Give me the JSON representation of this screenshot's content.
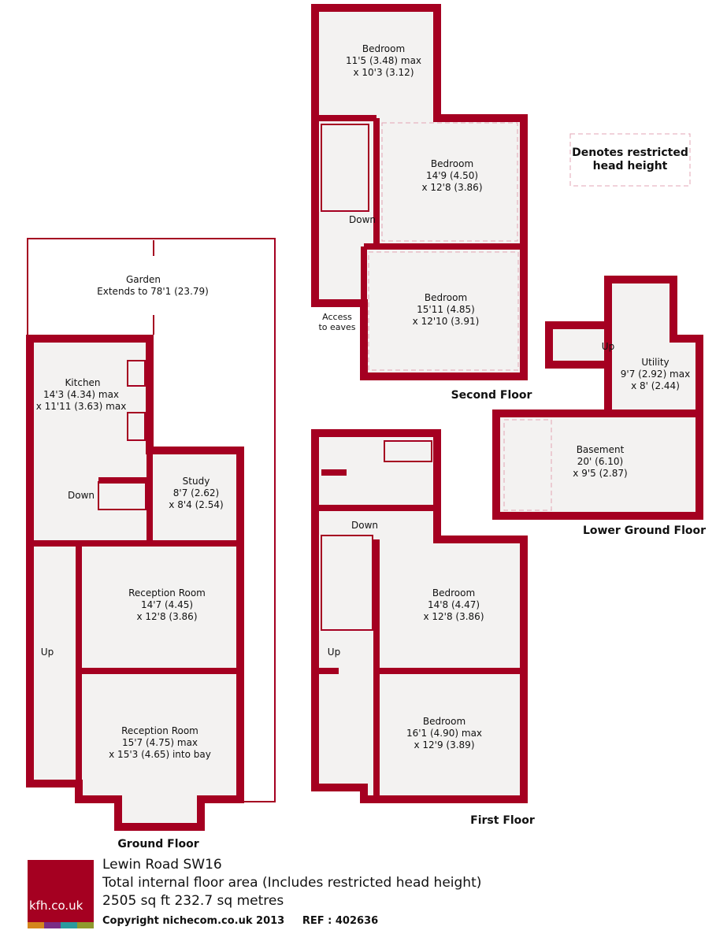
{
  "legend": {
    "line1": "Denotes restricted",
    "line2": "head height"
  },
  "floors": {
    "ground": "Ground Floor",
    "first": "First Floor",
    "second": "Second Floor",
    "lower_ground": "Lower Ground Floor"
  },
  "rooms": {
    "garden": {
      "name": "Garden",
      "dim1": "Extends to 78'1 (23.79)"
    },
    "kitchen": {
      "name": "Kitchen",
      "dim1": "14'3 (4.34) max",
      "dim2": "x 11'11 (3.63) max"
    },
    "study": {
      "name": "Study",
      "dim1": "8'7 (2.62)",
      "dim2": "x 8'4 (2.54)"
    },
    "reception1": {
      "name": "Reception Room",
      "dim1": "14'7 (4.45)",
      "dim2": "x 12'8 (3.86)"
    },
    "reception2": {
      "name": "Reception Room",
      "dim1": "15'7 (4.75) max",
      "dim2": "x 15'3 (4.65) into bay"
    },
    "sf_bed1": {
      "name": "Bedroom",
      "dim1": "11'5 (3.48) max",
      "dim2": "x 10'3 (3.12)"
    },
    "sf_bed2": {
      "name": "Bedroom",
      "dim1": "14'9 (4.50)",
      "dim2": "x 12'8 (3.86)"
    },
    "sf_bed3": {
      "name": "Bedroom",
      "dim1": "15'11 (4.85)",
      "dim2": "x 12'10 (3.91)"
    },
    "ff_bed1": {
      "name": "Bedroom",
      "dim1": "14'8 (4.47)",
      "dim2": "x 12'8 (3.86)"
    },
    "ff_bed2": {
      "name": "Bedroom",
      "dim1": "16'1 (4.90) max",
      "dim2": "x 12'9 (3.89)"
    },
    "utility": {
      "name": "Utility",
      "dim1": "9'7 (2.92) max",
      "dim2": "x 8' (2.44)"
    },
    "basement": {
      "name": "Basement",
      "dim1": "20' (6.10)",
      "dim2": "x 9'5 (2.87)"
    }
  },
  "stairs": {
    "down": "Down",
    "up": "Up",
    "eaves1": "Access",
    "eaves2": "to eaves"
  },
  "footer": {
    "address": "Lewin Road SW16",
    "area_label": "Total internal floor area (Includes restricted head height)",
    "area_value": "2505 sq ft 232.7 sq metres",
    "copyright": "Copyright nichecom.co.uk 2013",
    "ref": "REF : 402636"
  },
  "logo": {
    "text": "kfh.co.uk",
    "colors": [
      "#d4861c",
      "#7a2d85",
      "#2a9a9e",
      "#8f9a2e"
    ]
  },
  "colors": {
    "wall": "#a50021",
    "floor": "#f3f2f1"
  }
}
